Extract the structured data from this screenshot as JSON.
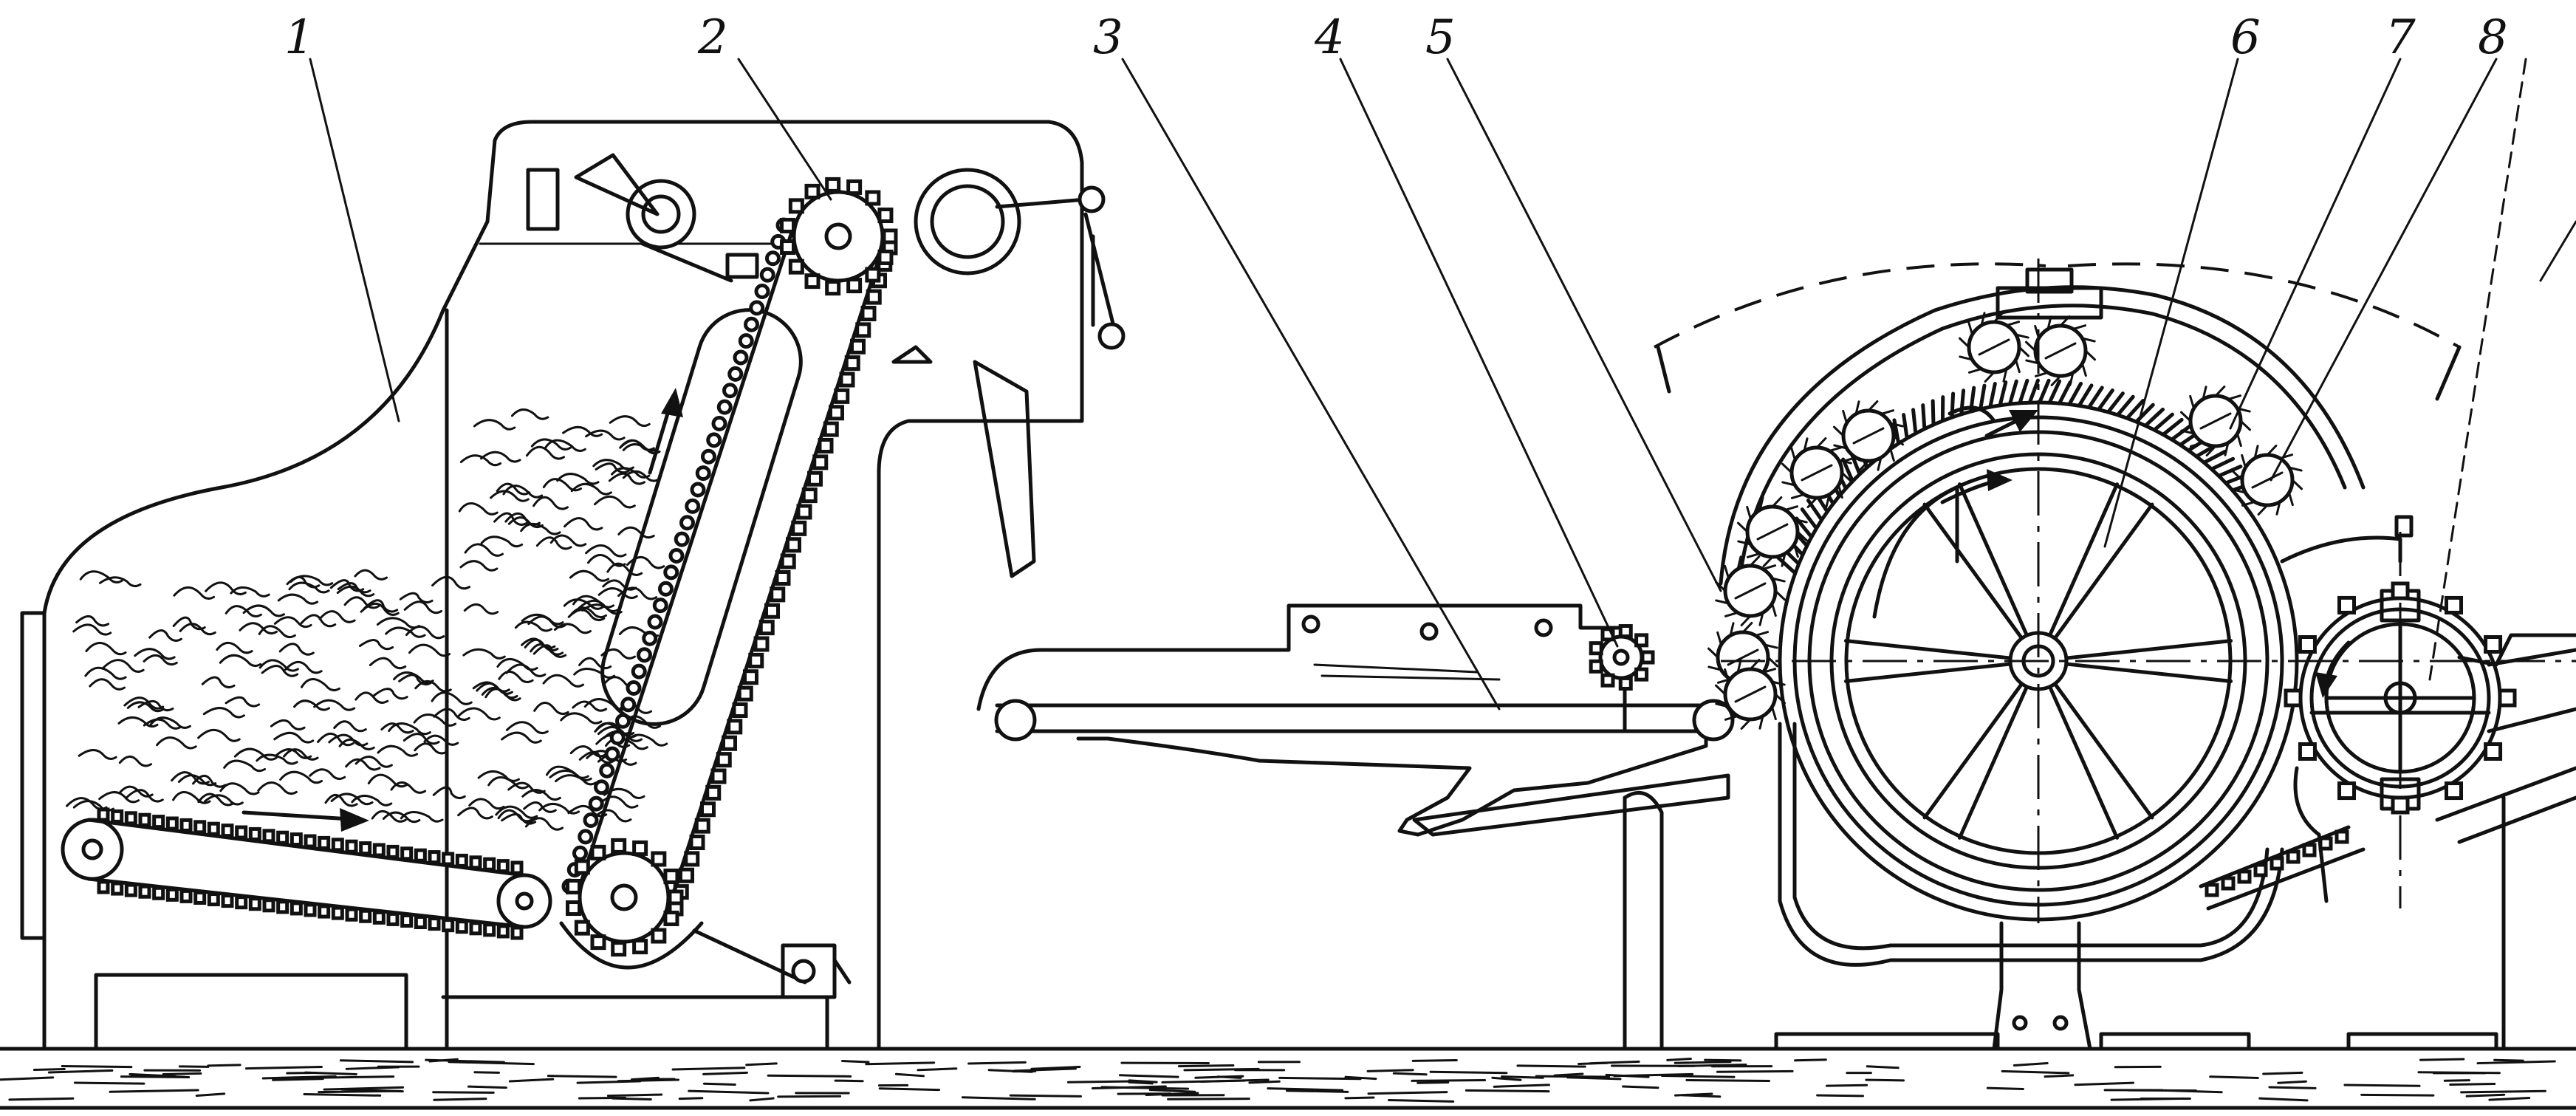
{
  "labels": [
    {
      "id": "1",
      "text": "1"
    },
    {
      "id": "2",
      "text": "2"
    },
    {
      "id": "3",
      "text": "3"
    },
    {
      "id": "4",
      "text": "4"
    },
    {
      "id": "5",
      "text": "5"
    },
    {
      "id": "6",
      "text": "6"
    },
    {
      "id": "7",
      "text": "7"
    },
    {
      "id": "8",
      "text": "8"
    }
  ],
  "colors": {
    "ink": "#111111",
    "paper": "#ffffff"
  }
}
